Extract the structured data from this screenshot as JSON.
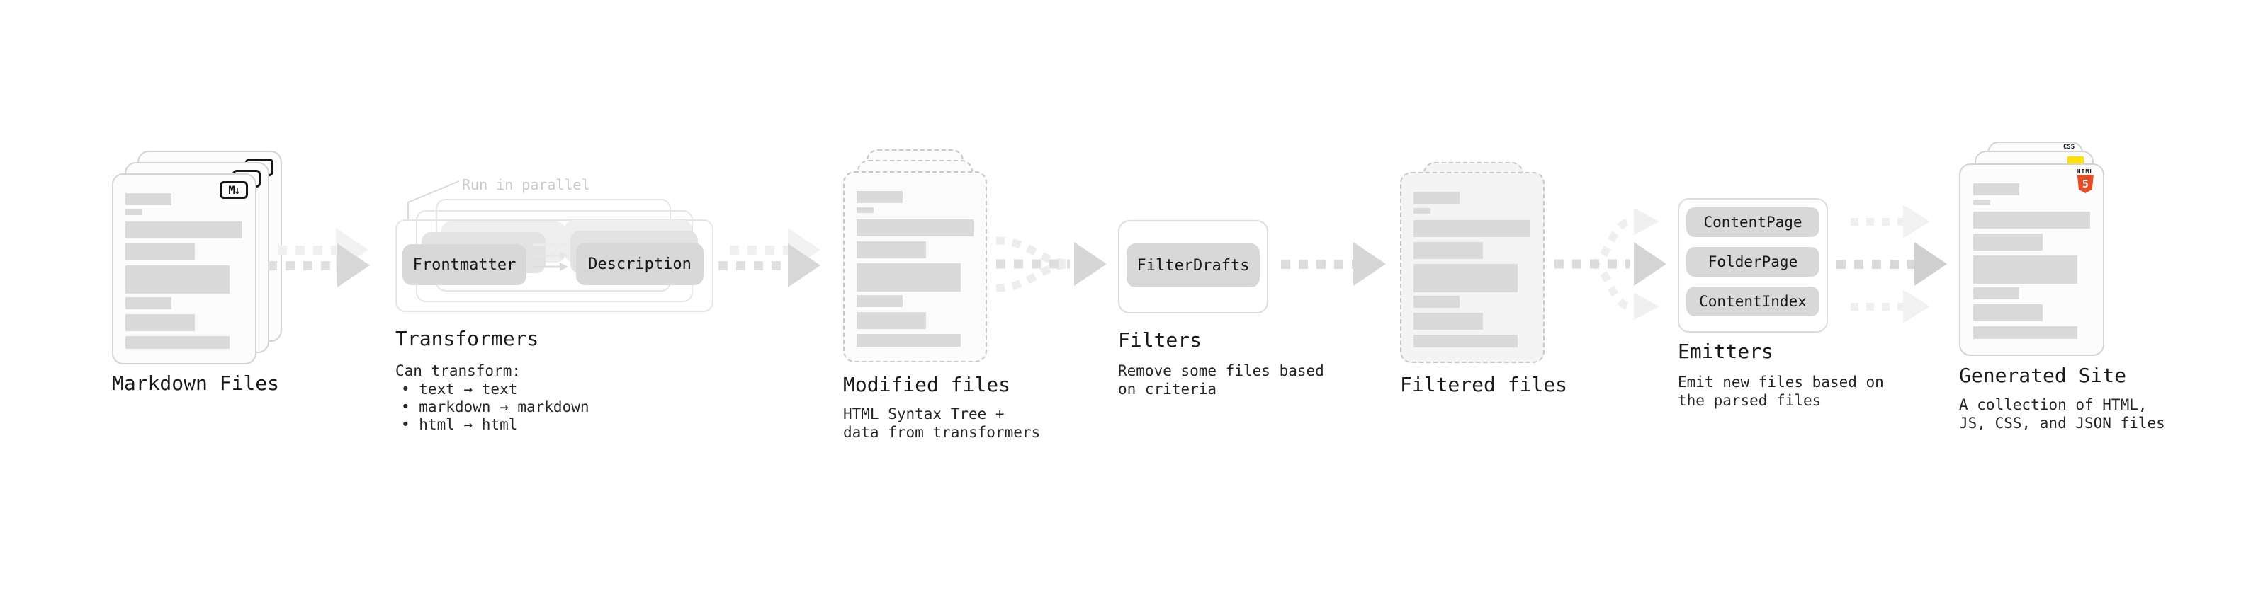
{
  "diagram": {
    "markdown": {
      "title": "Markdown Files",
      "badge": "M↓"
    },
    "transformers": {
      "title": "Transformers",
      "annotation": "Run in parallel",
      "input_pill": "Frontmatter",
      "output_pill": "Description",
      "desc_heading": "Can transform:",
      "bullets": [
        "• text → text",
        "• markdown → markdown",
        "• html → html"
      ]
    },
    "modified": {
      "title": "Modified files",
      "desc": "HTML Syntax Tree +\ndata from transformers"
    },
    "filters": {
      "title": "Filters",
      "pill": "FilterDrafts",
      "desc": "Remove some files based\non criteria"
    },
    "filtered": {
      "title": "Filtered files"
    },
    "emitters": {
      "title": "Emitters",
      "pills": [
        "ContentPage",
        "FolderPage",
        "ContentIndex"
      ],
      "desc": "Emit new files based on\nthe parsed files"
    },
    "site": {
      "title": "Generated Site",
      "desc": "A collection of HTML,\nJS, CSS, and JSON files",
      "css_badge": "CSS",
      "html_badge_label": "HTML",
      "html_badge_number": "5"
    }
  },
  "colors": {
    "html5_orange": "#e44d26",
    "js_yellow": "#ffe100",
    "css_blue": "#2a6df4"
  }
}
